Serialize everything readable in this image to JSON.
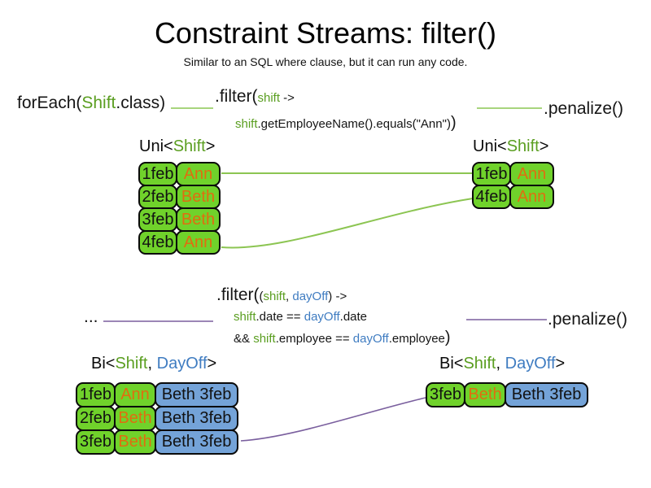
{
  "title": "Constraint Streams: filter()",
  "subtitle": "Similar to an SQL where clause, but it can run any code.",
  "colors": {
    "green-text": "#5a9e20",
    "blue-text": "#3f7cc1",
    "orange-text": "#e06d10",
    "green-line": "#8cc552",
    "purple-line": "#7a5f9e",
    "cell-green": "#70d22b",
    "cell-blue": "#74a3d8"
  },
  "top": {
    "source_prefix": "forEach(",
    "source_class": "Shift",
    "source_suffix": ".class)",
    "filter_method": ".filter(",
    "filter_param": "shift",
    "filter_arrow": " ->",
    "filter_body_var": "shift",
    "filter_body": ".getEmployeeName().equals(\"Ann\")",
    "filter_close": ")",
    "penalize": ".penalize()",
    "left_label": {
      "prefix": "Uni<",
      "type1": "Shift",
      "suffix": ">"
    },
    "right_label": {
      "prefix": "Uni<",
      "type1": "Shift",
      "suffix": ">"
    },
    "left_rows": [
      {
        "date": "1feb",
        "name": "Ann"
      },
      {
        "date": "2feb",
        "name": "Beth"
      },
      {
        "date": "3feb",
        "name": "Beth"
      },
      {
        "date": "4feb",
        "name": "Ann"
      }
    ],
    "right_rows": [
      {
        "date": "1feb",
        "name": "Ann"
      },
      {
        "date": "4feb",
        "name": "Ann"
      }
    ]
  },
  "bottom": {
    "ellipsis": "...",
    "filter_method": ".filter(",
    "paren_open": "(",
    "param1": "shift",
    "comma": ", ",
    "param2": "dayOff",
    "paren_close": ")",
    "arrow": " ->",
    "line2": {
      "s1": "shift",
      "s2": ".date == ",
      "s3": "dayOff",
      "s4": ".date"
    },
    "line3": {
      "s1": "&& ",
      "s2": "shift",
      "s3": ".employee == ",
      "s4": "dayOff",
      "s5": ".employee",
      "close": ")"
    },
    "penalize": ".penalize()",
    "left_label": {
      "prefix": "Bi<",
      "type1": "Shift",
      "comma": ", ",
      "type2": "DayOff",
      "suffix": ">"
    },
    "right_label": {
      "prefix": "Bi<",
      "type1": "Shift",
      "comma": ", ",
      "type2": "DayOff",
      "suffix": ">"
    },
    "left_rows": [
      {
        "date": "1feb",
        "name": "Ann",
        "pair": "Beth 3feb"
      },
      {
        "date": "2feb",
        "name": "Beth",
        "pair": "Beth 3feb"
      },
      {
        "date": "3feb",
        "name": "Beth",
        "pair": "Beth 3feb"
      }
    ],
    "right_rows": [
      {
        "date": "3feb",
        "name": "Beth",
        "pair": "Beth 3feb"
      }
    ]
  }
}
